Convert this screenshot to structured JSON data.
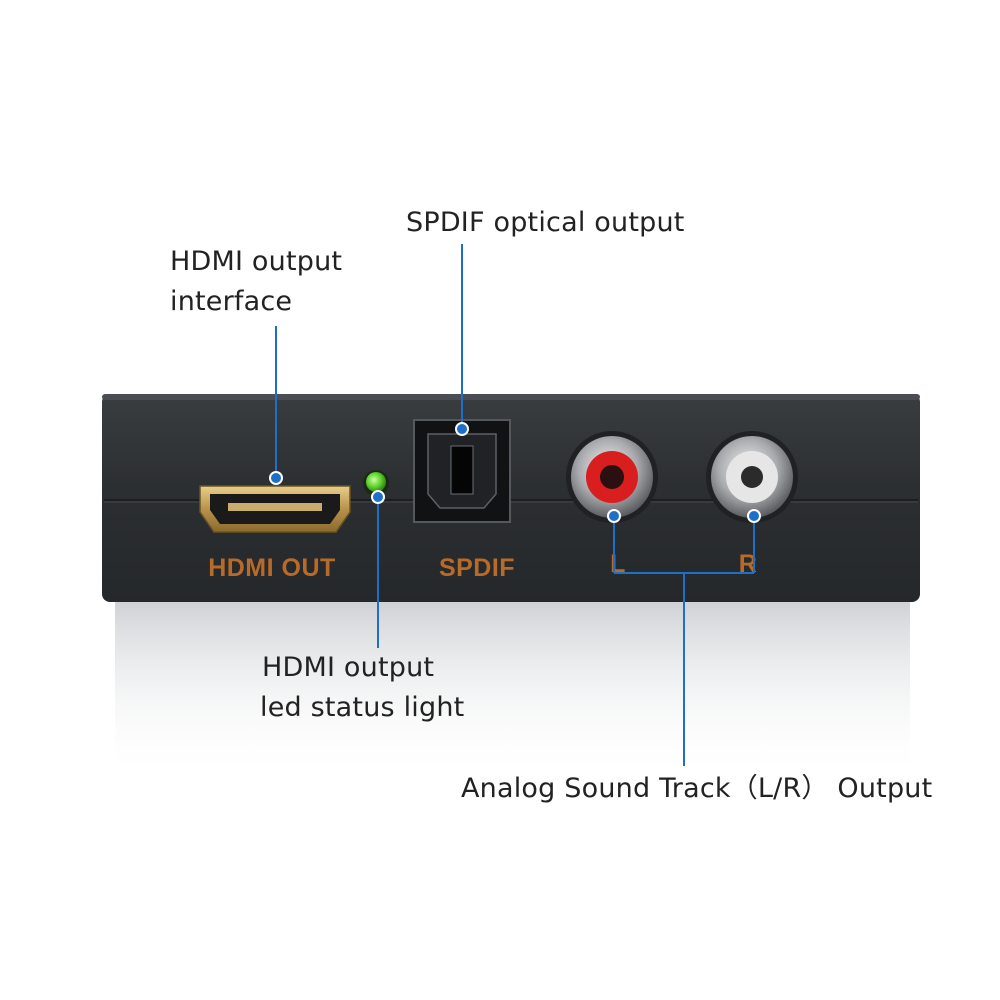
{
  "callouts": {
    "hdmi_output": {
      "line1": "HDMI output",
      "line2": "interface"
    },
    "spdif_output": {
      "line1": "SPDIF optical output"
    },
    "led_status": {
      "line1": "HDMI output",
      "line2": "led status light"
    },
    "analog_output": {
      "line1": "Analog Sound Track（L/R） Output"
    }
  },
  "device_labels": {
    "hdmi_out": "HDMI OUT",
    "spdif": "SPDIF",
    "left": "L",
    "right": "R"
  },
  "icons": [
    "hdmi-port-icon",
    "led-light-icon",
    "optical-port-icon",
    "rca-left-icon",
    "rca-right-icon"
  ],
  "colors": {
    "leader_line": "#1e6fc8",
    "device_body": "#2e3134",
    "label_text": "#b86a28",
    "led": "#59d02a",
    "rca_left_ring": "#d81e1e",
    "rca_right_ring": "#e6e6e6",
    "hdmi_shell": "#c8a35a"
  }
}
